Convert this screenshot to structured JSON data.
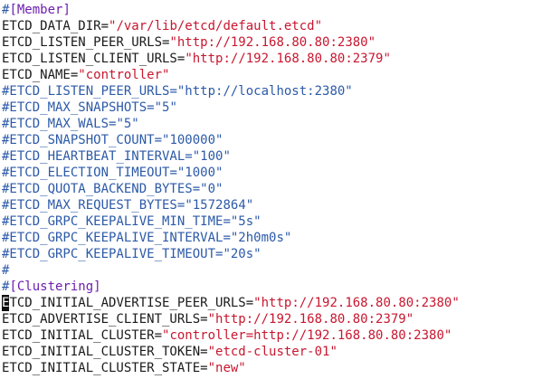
{
  "editor": {
    "lines": [
      {
        "type": "section",
        "hash": "#",
        "label": "[Member]"
      },
      {
        "type": "kv",
        "key": "ETCD_DATA_DIR",
        "value": "\"/var/lib/etcd/default.etcd\""
      },
      {
        "type": "kv",
        "key": "ETCD_LISTEN_PEER_URLS",
        "value": "\"http://192.168.80.80:2380\""
      },
      {
        "type": "kv",
        "key": "ETCD_LISTEN_CLIENT_URLS",
        "value": "\"http://192.168.80.80:2379\""
      },
      {
        "type": "kv",
        "key": "ETCD_NAME",
        "value": "\"controller\""
      },
      {
        "type": "comment",
        "key": "#ETCD_LISTEN_PEER_URLS",
        "value": "\"http://localhost:2380\""
      },
      {
        "type": "comment",
        "key": "#ETCD_MAX_SNAPSHOTS",
        "value": "\"5\""
      },
      {
        "type": "comment",
        "key": "#ETCD_MAX_WALS",
        "value": "\"5\""
      },
      {
        "type": "comment",
        "key": "#ETCD_SNAPSHOT_COUNT",
        "value": "\"100000\""
      },
      {
        "type": "comment",
        "key": "#ETCD_HEARTBEAT_INTERVAL",
        "value": "\"100\""
      },
      {
        "type": "comment",
        "key": "#ETCD_ELECTION_TIMEOUT",
        "value": "\"1000\""
      },
      {
        "type": "comment",
        "key": "#ETCD_QUOTA_BACKEND_BYTES",
        "value": "\"0\""
      },
      {
        "type": "comment",
        "key": "#ETCD_MAX_REQUEST_BYTES",
        "value": "\"1572864\""
      },
      {
        "type": "comment",
        "key": "#ETCD_GRPC_KEEPALIVE_MIN_TIME",
        "value": "\"5s\""
      },
      {
        "type": "comment",
        "key": "#ETCD_GRPC_KEEPALIVE_INTERVAL",
        "value": "\"2h0m0s\""
      },
      {
        "type": "comment",
        "key": "#ETCD_GRPC_KEEPALIVE_TIMEOUT",
        "value": "\"20s\""
      },
      {
        "type": "plain-comment",
        "text": "#"
      },
      {
        "type": "section",
        "hash": "#",
        "label": "[Clustering]"
      },
      {
        "type": "kv-cursor",
        "cursor": "E",
        "key": "TCD_INITIAL_ADVERTISE_PEER_URLS",
        "value": "\"http://192.168.80.80:2380\""
      },
      {
        "type": "kv",
        "key": "ETCD_ADVERTISE_CLIENT_URLS",
        "value": "\"http://192.168.80.80:2379\""
      },
      {
        "type": "kv",
        "key": "ETCD_INITIAL_CLUSTER",
        "value": "\"controller=http://192.168.80.80:2380\""
      },
      {
        "type": "kv",
        "key": "ETCD_INITIAL_CLUSTER_TOKEN",
        "value": "\"etcd-cluster-01\""
      },
      {
        "type": "kv",
        "key": "ETCD_INITIAL_CLUSTER_STATE",
        "value": "\"new\""
      }
    ]
  }
}
